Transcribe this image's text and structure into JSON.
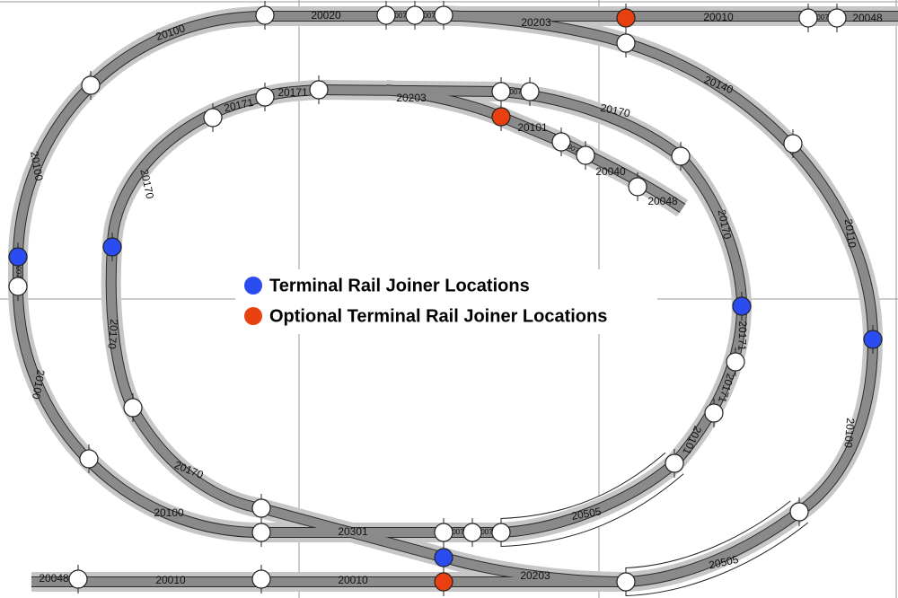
{
  "colors": {
    "terminal": "#2a4cf0",
    "optional": "#e84010",
    "joiner": "#ffffff",
    "bed": "#c6c6c6",
    "rail": "#8a8a8a"
  },
  "legend": {
    "terminal": "Terminal Rail Joiner Locations",
    "optional": "Optional Terminal Rail Joiner Locations"
  },
  "labels": [
    "20020",
    "007",
    "007",
    "20203",
    "20010",
    "007",
    "20048",
    "20100",
    "20140",
    "20171",
    "20203",
    "007",
    "20170",
    "20171",
    "20101",
    "007",
    "20040",
    "20048",
    "20170",
    "20100",
    "007",
    "20170",
    "20110",
    "20170",
    "20100",
    "20171",
    "20171",
    "20101",
    "20100",
    "20170",
    "20100",
    "20301",
    "007",
    "007",
    "20505",
    "20505",
    "20203",
    "20048",
    "20010",
    "20010"
  ]
}
